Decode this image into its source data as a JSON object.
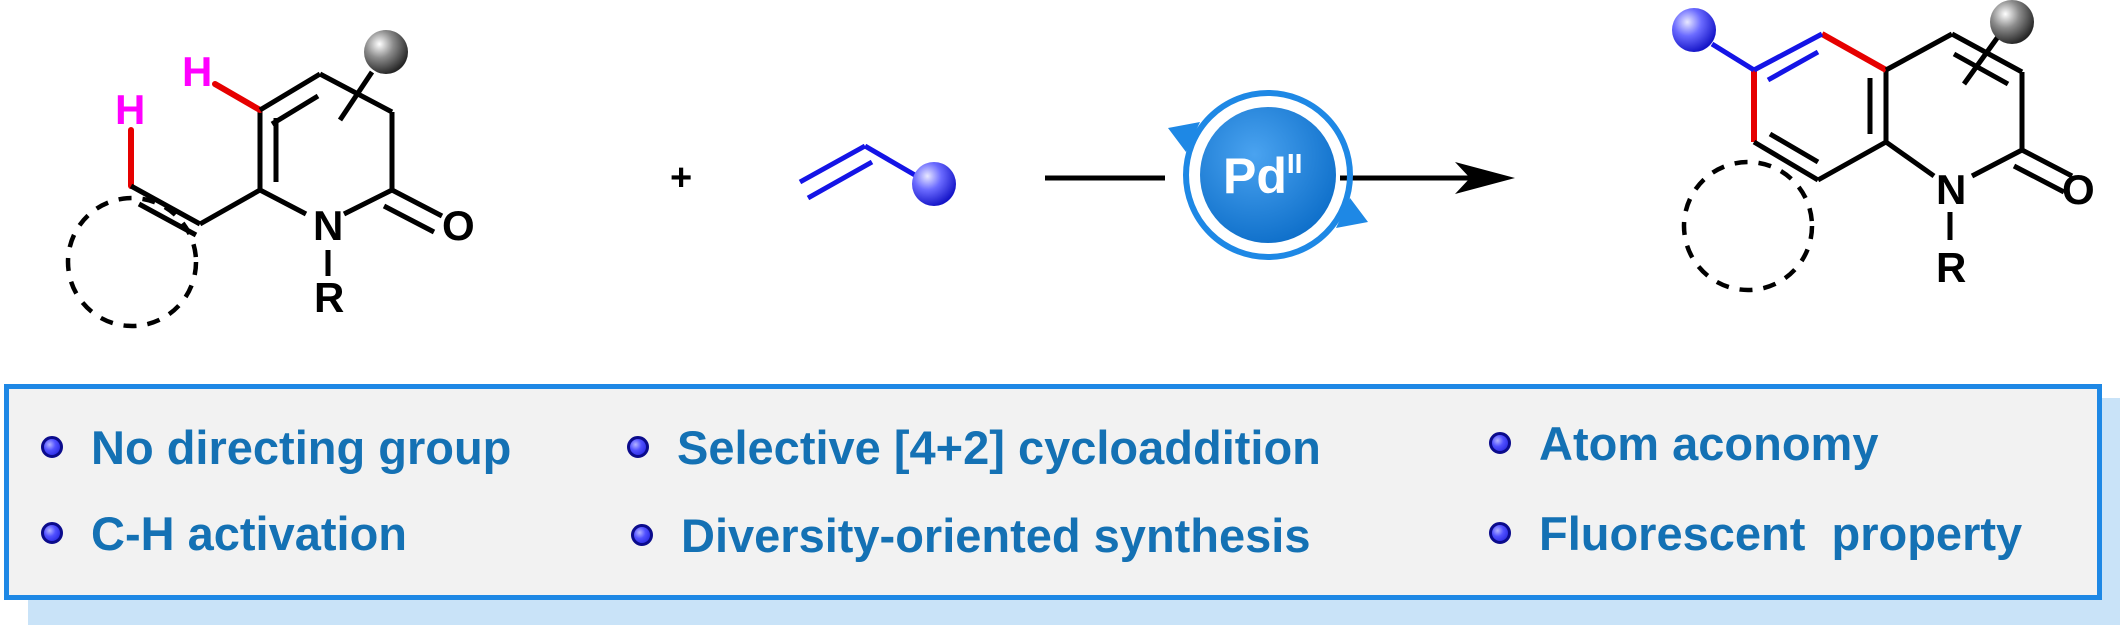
{
  "scheme": {
    "reactant_atoms": {
      "h1": "H",
      "h2": "H",
      "n": "N",
      "o": "O",
      "r": "R"
    },
    "plus": "+",
    "catalyst": {
      "metal": "Pd",
      "oxidation_state": "II"
    },
    "product_atoms": {
      "n": "N",
      "o": "O",
      "r": "R"
    }
  },
  "features": [
    {
      "label": "No directing group"
    },
    {
      "label": "Selective [4+2] cycloaddition"
    },
    {
      "label": "Atom aconomy"
    },
    {
      "label": "C-H activation"
    },
    {
      "label": "Diversity-oriented synthesis"
    },
    {
      "label": "Fluorescent  property"
    }
  ],
  "colors": {
    "bond": "#000000",
    "h_label": "#ff00ff",
    "ch_bond": "#e60000",
    "alkene": "#1414e6",
    "new_bond": "#e60000",
    "accent_blue": "#1e88e5",
    "feature_text": "#1471b4",
    "panel_bg": "#f2f2f2"
  }
}
